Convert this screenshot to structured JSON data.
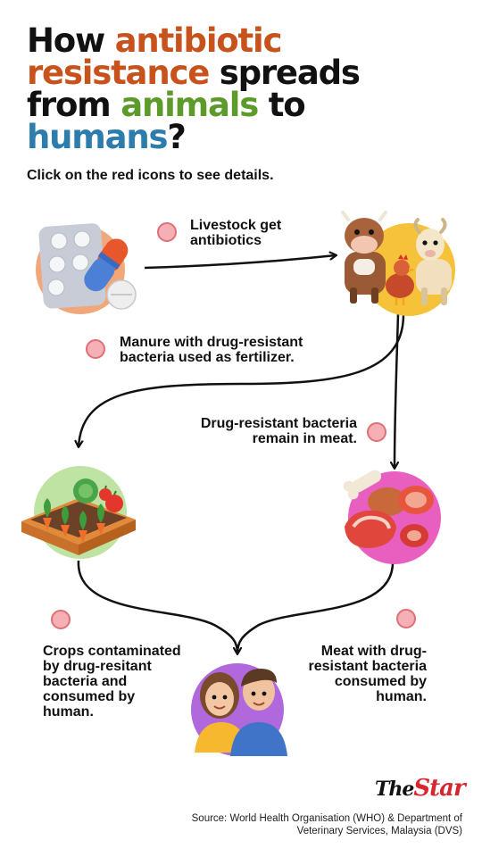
{
  "title": {
    "line1_a": "How ",
    "line1_b": "antibiotic",
    "line2_a": "resistance",
    "line2_b": " spreads",
    "line3_a": "from ",
    "line3_b": "animals",
    "line3_c": " to",
    "line4_a": "humans",
    "line4_b": "?"
  },
  "subtitle": "Click on the red icons to see details.",
  "steps": {
    "livestock": "Livestock get antibiotics",
    "manure": "Manure with drug-resistant bacteria used as fertilizer.",
    "meat_bacteria": "Drug-resistant bacteria remain in meat.",
    "crops": "Crops contaminated by drug-resitant bacteria and consumed by human.",
    "meat_consumed": "Meat with drug-resistant bacteria consumed by human."
  },
  "colors": {
    "orange": "#c8521c",
    "green": "#5c9a2a",
    "blue": "#2c7dae",
    "hotspot": "#f4b0b4",
    "brand_red": "#d7262e"
  },
  "icons": [
    "pills-icon",
    "farm-animals-icon",
    "vegetable-garden-icon",
    "meat-icon",
    "people-icon"
  ],
  "logo": {
    "prefix": "The",
    "name": "Star"
  },
  "source": "Source: World Health Organisation (WHO) & Department of Veterinary Services, Malaysia (DVS)"
}
